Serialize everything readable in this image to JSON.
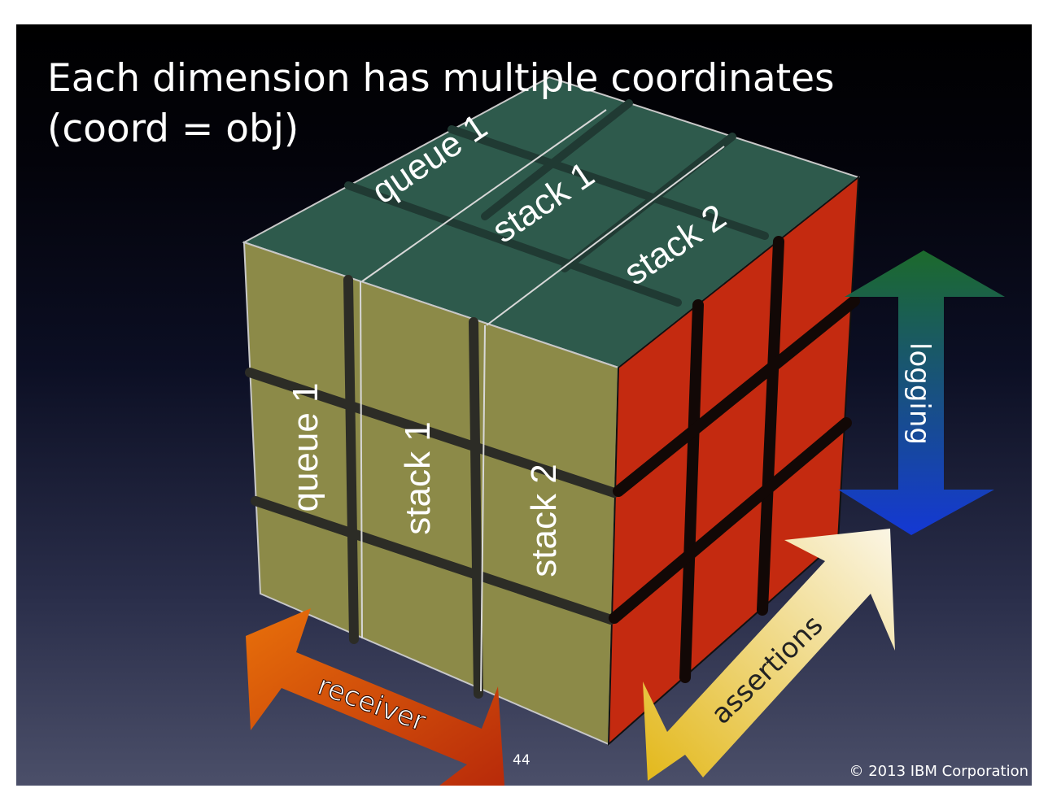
{
  "slide": {
    "title_line1": "Each dimension has multiple coordinates",
    "title_line2": "(coord = obj)",
    "page_number": "44",
    "copyright": "© 2013 IBM Corporation"
  },
  "cube": {
    "top_labels": [
      "queue 1",
      "stack 1",
      "stack 2"
    ],
    "front_labels": [
      "queue 1",
      "stack 1",
      "stack 2"
    ],
    "colors": {
      "top": "#2e5a4c",
      "front": "#8c8a48",
      "side": "#c42a10"
    }
  },
  "arrows": {
    "receiver": {
      "label": "receiver",
      "colors": [
        "#e8700a",
        "#b82a0a"
      ]
    },
    "assertions": {
      "label": "assertions",
      "colors": [
        "#e3b81a",
        "#fbf6e6"
      ]
    },
    "logging": {
      "label": "logging",
      "colors": [
        "#1c6a2c",
        "#1438d4"
      ]
    }
  }
}
